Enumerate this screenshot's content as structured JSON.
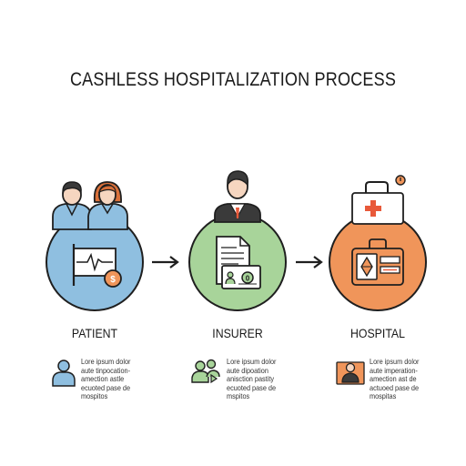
{
  "title": "CASHLESS HOSPITALIZATION PROCESS",
  "steps": [
    {
      "label": "PATIENT",
      "color": "#8fbfe0",
      "icon": "patient-couple-icon",
      "description": "Lore ipsum dolor aute tinpocation-amection astle ecuoted pase de mospitos",
      "desc_lines": [
        "Lore ipsum dolor",
        "aute tinpocation-",
        "amection astle",
        "ecuoted pase de",
        "mospitos"
      ]
    },
    {
      "label": "INSURER",
      "color": "#a8d49a",
      "icon": "insurer-agent-icon",
      "description": "Lore ipsum dolor aute dipoation anisction pastity ecuoted pase de mspitos",
      "desc_lines": [
        "Lore ipsum dolor",
        "aute dipoation",
        "anisction pastity",
        "ecuoted pase de",
        "mspitos"
      ]
    },
    {
      "label": "HOSPITAL",
      "color": "#f0955a",
      "icon": "hospital-kit-icon",
      "description": "Lore ipsum dolor aute imperation-amection ast de actuoed pase de mospitas",
      "desc_lines": [
        "Lore ipsum dolor",
        "aute imperation-",
        "amection ast de",
        "actuoed pase de",
        "mospitas"
      ]
    }
  ],
  "colors": {
    "line": "#1f1f1f",
    "patient_skin": "#f6d6c0",
    "patient_hair_dark": "#3a3a3a",
    "patient_hair_orange": "#d9703a",
    "patient_shirt": "#8fbfe0",
    "insurer_suit": "#3a3a3a",
    "hospital_kit": "#f0955a",
    "hospital_cross": "#e8593a"
  }
}
